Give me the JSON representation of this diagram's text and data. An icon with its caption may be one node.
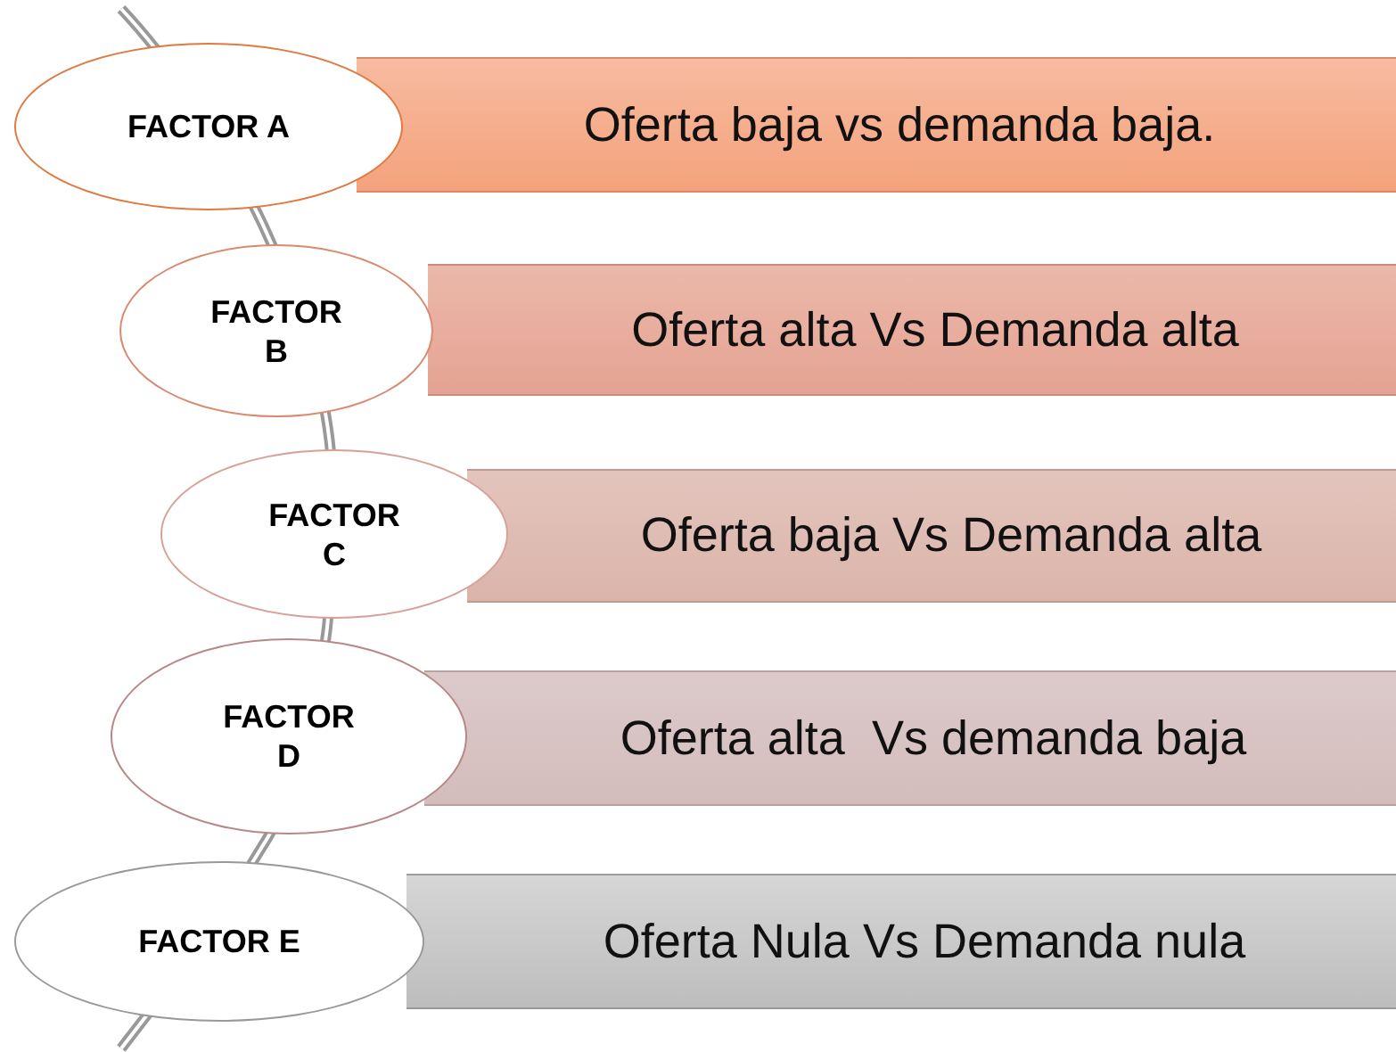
{
  "diagram": {
    "nodes": [
      {
        "text": [
          "FACTOR A"
        ]
      },
      {
        "text": [
          "Oferta baja vs demanda baja."
        ]
      },
      {
        "text": [
          "FACTOR B"
        ]
      },
      {
        "text": [
          "Oferta alta Vs Demanda alta"
        ]
      },
      {
        "text": [
          "FACTOR C"
        ]
      },
      {
        "text": [
          "Oferta baja Vs Demanda alta"
        ]
      },
      {
        "text": [
          "FACTOR D"
        ]
      },
      {
        "text": [
          "Oferta alta  Vs demanda baja"
        ]
      },
      {
        "text": [
          "FACTOR E"
        ]
      },
      {
        "text": [
          "Oferta Nula Vs Demanda nula"
        ]
      }
    ]
  }
}
